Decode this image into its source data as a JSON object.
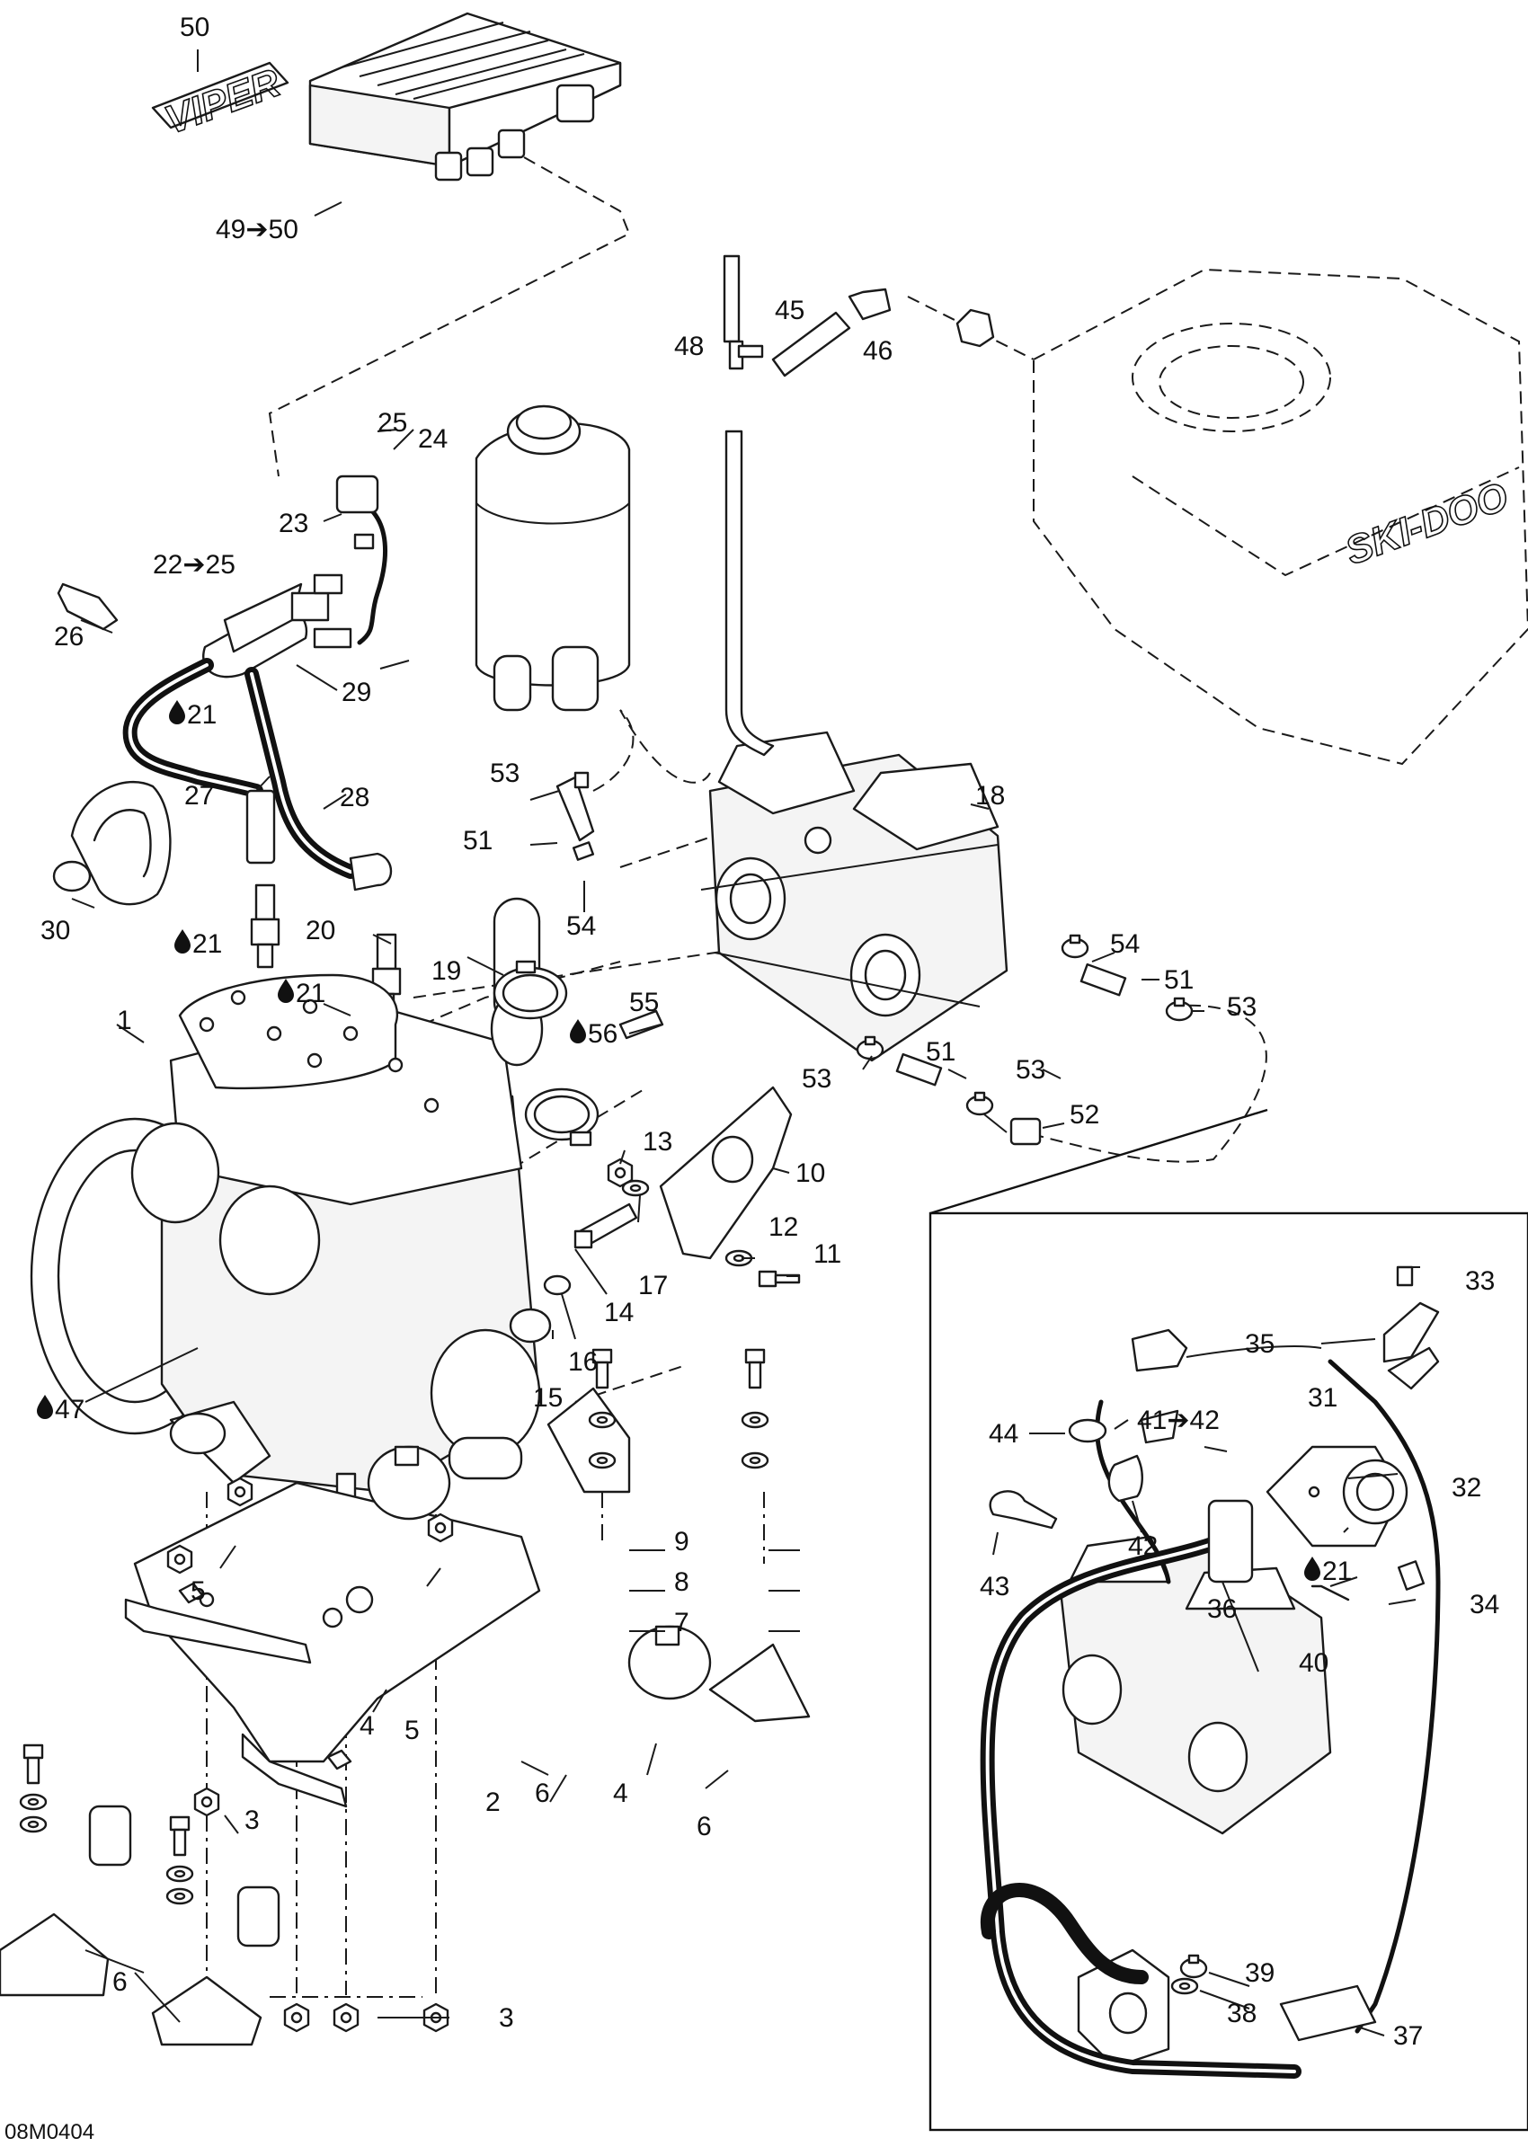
{
  "figure_code": "08M0404",
  "drop_icon": "lubricant-drop-icon",
  "callouts": {
    "c1": "1",
    "c2": "2",
    "c3a": "3",
    "c3b": "3",
    "c4a": "4",
    "c4b": "4",
    "c5a": "5",
    "c5b": "5",
    "c6a": "6",
    "c6b": "6",
    "c6c": "6",
    "c7": "7",
    "c8": "8",
    "c9": "9",
    "c10": "10",
    "c11": "11",
    "c12": "12",
    "c13": "13",
    "c14": "14",
    "c15": "15",
    "c16": "16",
    "c17": "17",
    "c18": "18",
    "c19": "19",
    "c20": "20",
    "c21a": "21",
    "c21b": "21",
    "c21c": "21",
    "c21d": "21",
    "c22": "22➔25",
    "c23": "23",
    "c24": "24",
    "c25": "25",
    "c26": "26",
    "c27": "27",
    "c28": "28",
    "c29": "29",
    "c30": "30",
    "c31": "31",
    "c32": "32",
    "c33": "33",
    "c34": "34",
    "c35": "35",
    "c36": "36",
    "c37": "37",
    "c38": "38",
    "c39": "39",
    "c40": "40",
    "c41": "41➔42",
    "c42": "42",
    "c43": "43",
    "c44": "44",
    "c45": "45",
    "c46": "46",
    "c47": "47",
    "c48": "48",
    "c49": "49➔50",
    "c50": "50",
    "c51a": "51",
    "c51b": "51",
    "c51c": "51",
    "c52": "52",
    "c53a": "53",
    "c53b": "53",
    "c53c": "53",
    "c53d": "53",
    "c54a": "54",
    "c54b": "54",
    "c55": "55",
    "c56": "56"
  }
}
